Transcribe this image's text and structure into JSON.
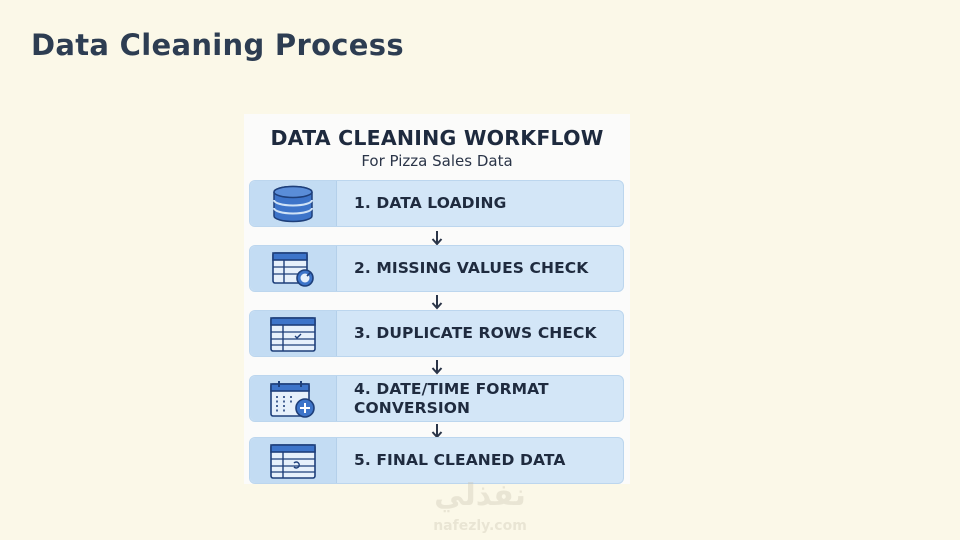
{
  "slide": {
    "title": "Data Cleaning Process"
  },
  "workflow": {
    "title": "DATA CLEANING WORKFLOW",
    "subtitle": "For Pizza Sales Data",
    "steps": [
      {
        "label": "1. DATA LOADING",
        "icon": "database-icon"
      },
      {
        "label": "2. MISSING VALUES CHECK",
        "icon": "table-search-icon"
      },
      {
        "label": "3. DUPLICATE ROWS CHECK",
        "icon": "table-check-icon"
      },
      {
        "label_line1": "4. DATE/TIME FORMAT",
        "label_line2": "CONVERSION",
        "icon": "calendar-plus-icon"
      },
      {
        "label": "5. FINAL CLEANED DATA",
        "icon": "table-check-icon"
      }
    ],
    "arrow_icon": "arrow-down-icon",
    "colors": {
      "step_fill": "#d3e6f7",
      "icon_fill": "#3d74c9",
      "text": "#1f2b3f"
    }
  },
  "watermark": {
    "arabic": "نفذلي",
    "latin": "nafezly.com"
  }
}
